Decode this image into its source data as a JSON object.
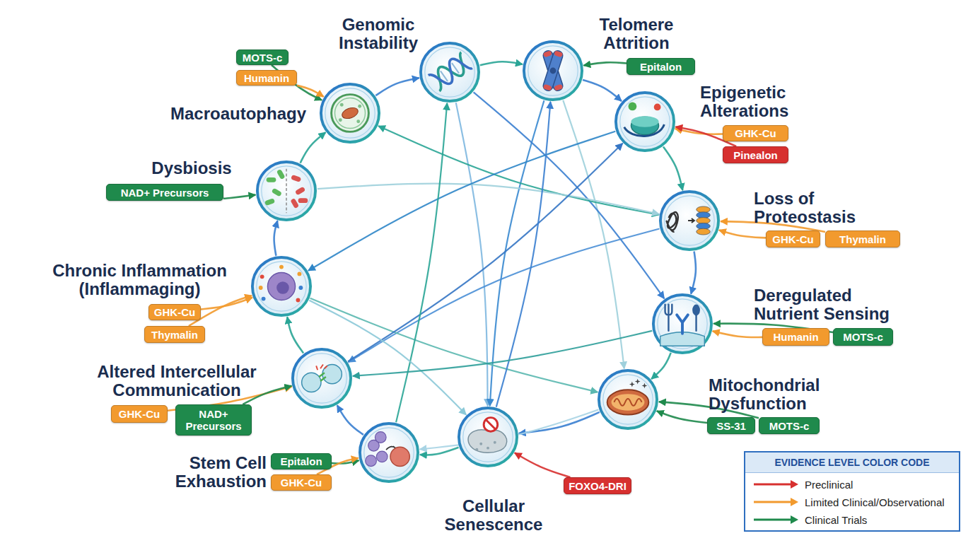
{
  "diagram": {
    "nodes": [
      {
        "text": [
          "Genomic Instability"
        ]
      },
      {
        "text": [
          "Telomere Attrition"
        ]
      },
      {
        "text": [
          "Epigenetic Alterations"
        ]
      },
      {
        "text": [
          "Loss of Proteostasis"
        ]
      },
      {
        "text": [
          "Deregulated Nutrient Sensing"
        ]
      },
      {
        "text": [
          "Mitochondrial Dysfunction"
        ]
      },
      {
        "text": [
          "Cellular Senescence"
        ]
      },
      {
        "text": [
          "Stem Cell Exhaustion"
        ]
      },
      {
        "text": [
          "Altered Intercellular Communication"
        ]
      },
      {
        "text": [
          "Chronic Inflammation (Inflammaging)"
        ]
      },
      {
        "text": [
          "Dysbiosis"
        ]
      },
      {
        "text": [
          "Macroautophagy"
        ]
      },
      {
        "text": [
          "MOTS-c"
        ]
      },
      {
        "text": [
          "Humanin"
        ]
      },
      {
        "text": [
          "Epitalon"
        ]
      },
      {
        "text": [
          "GHK-Cu"
        ]
      },
      {
        "text": [
          "Pinealon"
        ]
      },
      {
        "text": [
          "GHK-Cu"
        ]
      },
      {
        "text": [
          "Thymalin"
        ]
      },
      {
        "text": [
          "Humanin"
        ]
      },
      {
        "text": [
          "MOTS-c"
        ]
      },
      {
        "text": [
          "SS-31"
        ]
      },
      {
        "text": [
          "MOTS-c"
        ]
      },
      {
        "text": [
          "FOXO4-DRI"
        ]
      },
      {
        "text": [
          "Epitalon"
        ]
      },
      {
        "text": [
          "GHK-Cu"
        ]
      },
      {
        "text": [
          "GHK-Cu"
        ]
      },
      {
        "text": [
          "NAD+ Precursors"
        ]
      },
      {
        "text": [
          "GHK-Cu"
        ]
      },
      {
        "text": [
          "Thymalin"
        ]
      },
      {
        "text": [
          "NAD+ Precursors"
        ]
      }
    ],
    "edges": [
      {
        "from": 11,
        "to": 0,
        "arrow": "to"
      },
      {
        "from": 0,
        "to": 1,
        "arrow": "to"
      },
      {
        "from": 1,
        "to": 2,
        "arrow": "to"
      },
      {
        "from": 2,
        "to": 3,
        "arrow": "to"
      },
      {
        "from": 3,
        "to": 4,
        "arrow": "to"
      },
      {
        "from": 4,
        "to": 5,
        "arrow": "to"
      },
      {
        "from": 5,
        "to": 6,
        "arrow": "to"
      },
      {
        "from": 6,
        "to": 7,
        "arrow": "to"
      },
      {
        "from": 7,
        "to": 8,
        "arrow": "to"
      },
      {
        "from": 8,
        "to": 9,
        "arrow": "to"
      },
      {
        "from": 9,
        "to": 10,
        "arrow": "to"
      },
      {
        "from": 10,
        "to": 11,
        "arrow": "to"
      },
      {
        "from": 0,
        "to": 6,
        "arrow": "to"
      },
      {
        "from": 1,
        "to": 6,
        "arrow": "to"
      },
      {
        "from": 1,
        "to": 5,
        "arrow": "to"
      },
      {
        "from": 0,
        "to": 4,
        "arrow": "to"
      },
      {
        "from": 11,
        "to": 3,
        "arrow": "both"
      },
      {
        "from": 10,
        "to": 3,
        "arrow": "to"
      },
      {
        "from": 3,
        "to": 8,
        "arrow": "to"
      },
      {
        "from": 2,
        "to": 9,
        "arrow": "to"
      },
      {
        "from": 9,
        "to": 5,
        "arrow": "to"
      },
      {
        "from": 5,
        "to": 7,
        "arrow": "to"
      },
      {
        "from": 8,
        "to": 2,
        "arrow": "to"
      },
      {
        "from": 7,
        "to": 0,
        "arrow": "to"
      },
      {
        "from": 9,
        "to": 6,
        "arrow": "to"
      },
      {
        "from": 6,
        "to": 1,
        "arrow": "to"
      },
      {
        "from": 4,
        "to": 8,
        "arrow": "to"
      },
      {
        "from": 12,
        "to": 11,
        "arrow": "to"
      },
      {
        "from": 13,
        "to": 11,
        "arrow": "to"
      },
      {
        "from": 14,
        "to": 1,
        "arrow": "to"
      },
      {
        "from": 15,
        "to": 2,
        "arrow": "to"
      },
      {
        "from": 16,
        "to": 2,
        "arrow": "to"
      },
      {
        "from": 17,
        "to": 3,
        "arrow": "to"
      },
      {
        "from": 18,
        "to": 3,
        "arrow": "to"
      },
      {
        "from": 19,
        "to": 4,
        "arrow": "to"
      },
      {
        "from": 20,
        "to": 4,
        "arrow": "to"
      },
      {
        "from": 21,
        "to": 5,
        "arrow": "to"
      },
      {
        "from": 22,
        "to": 5,
        "arrow": "to"
      },
      {
        "from": 23,
        "to": 6,
        "arrow": "to"
      },
      {
        "from": 24,
        "to": 7,
        "arrow": "to"
      },
      {
        "from": 25,
        "to": 7,
        "arrow": "to"
      },
      {
        "from": 26,
        "to": 8,
        "arrow": "to"
      },
      {
        "from": 27,
        "to": 8,
        "arrow": "to"
      },
      {
        "from": 28,
        "to": 9,
        "arrow": "to"
      },
      {
        "from": 29,
        "to": 9,
        "arrow": "to"
      },
      {
        "from": 30,
        "to": 10,
        "arrow": "to"
      }
    ],
    "labels": [
      "EVIDENCE LEVEL COLOR CODE"
    ],
    "legend": [
      {
        "text": "Preclinical"
      },
      {
        "text": "Limited Clinical/Observational"
      },
      {
        "text": "Clinical Trials"
      }
    ]
  }
}
